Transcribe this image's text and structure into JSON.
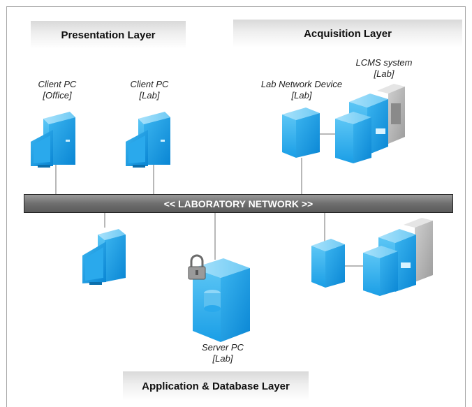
{
  "layers": {
    "presentation": "Presentation Layer",
    "acquisition": "Acquisition Layer",
    "application": "Application & Database Layer"
  },
  "network": {
    "label": "<< LABORATORY NETWORK >>"
  },
  "devices": {
    "client_office": {
      "name": "Client PC",
      "location": "[Office]"
    },
    "client_lab": {
      "name": "Client PC",
      "location": "[Lab]"
    },
    "lab_network_device": {
      "name": "Lab Network Device",
      "location": "[Lab]"
    },
    "lcms": {
      "name": "LCMS system",
      "location": "[Lab]"
    },
    "server": {
      "name": "Server PC",
      "location": "[Lab]"
    }
  },
  "colors": {
    "device_blue": "#1f9be0",
    "device_light": "#7ad0f7",
    "network_gray": "#6f6f6f"
  }
}
